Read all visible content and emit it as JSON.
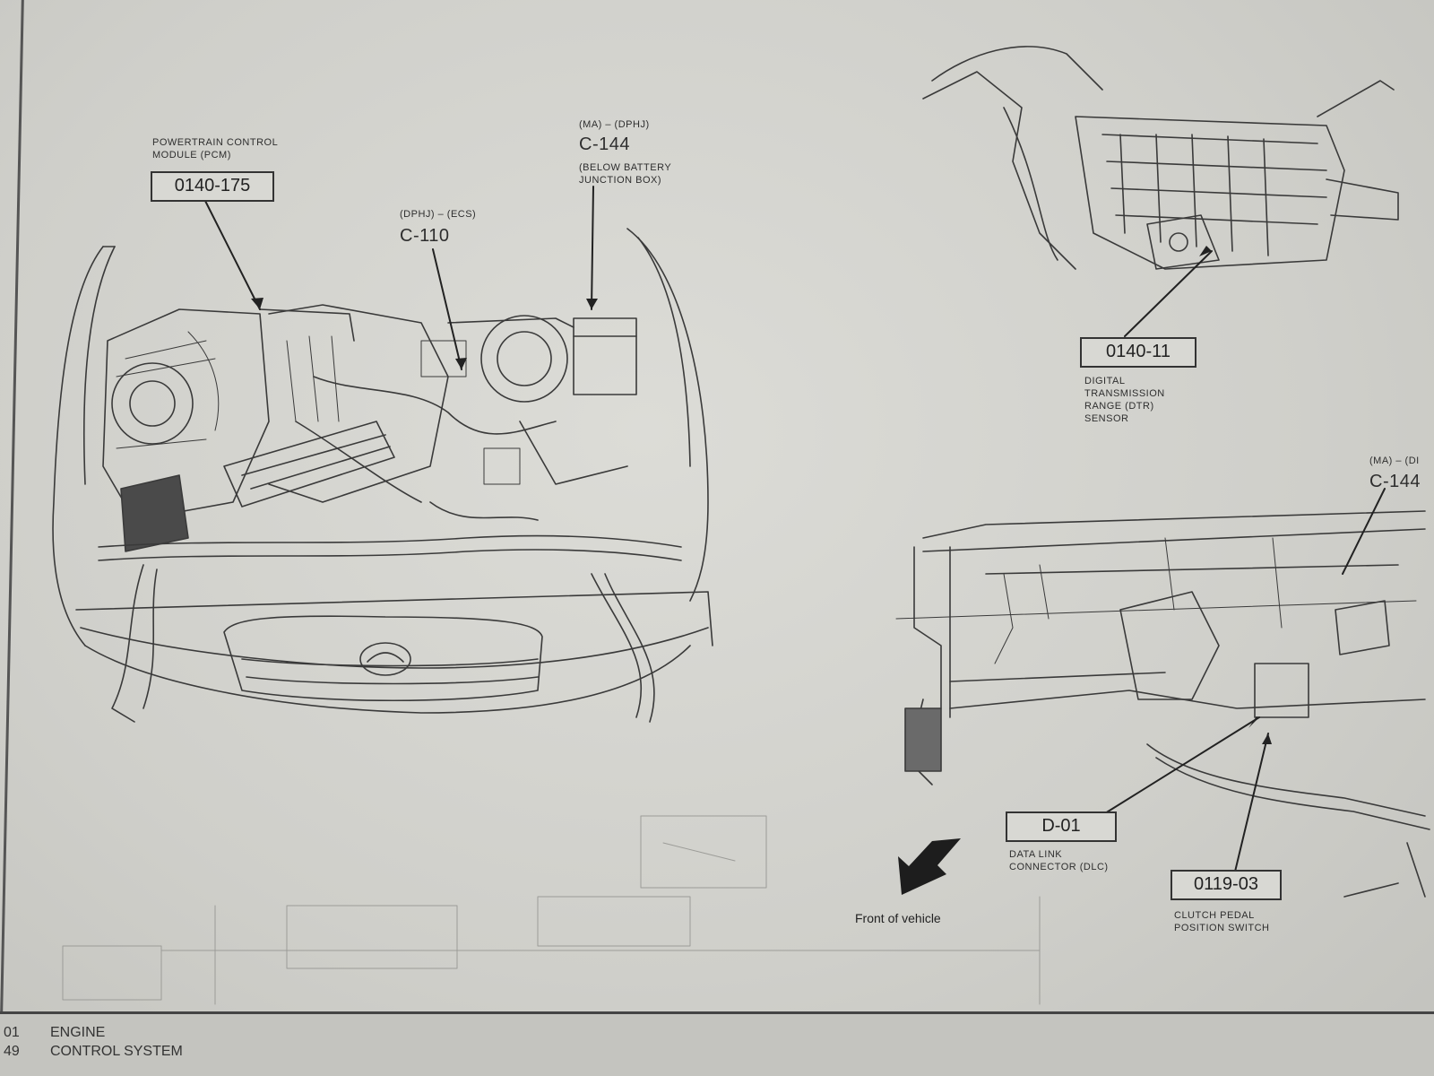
{
  "engine_bay": {
    "pcm": {
      "label_line1": "POWERTRAIN CONTROL",
      "label_line2": "MODULE (PCM)",
      "code": "0140-175"
    },
    "c110": {
      "tag": "(DPHJ) – (ECS)",
      "connector": "C-110"
    },
    "c144": {
      "tag": "(MA) – (DPHJ)",
      "connector": "C-144",
      "note_line1": "(BELOW BATTERY",
      "note_line2": "JUNCTION BOX)"
    }
  },
  "transmission": {
    "code": "0140-11",
    "label_line1": "DIGITAL",
    "label_line2": "TRANSMISSION",
    "label_line3": "RANGE (DTR)",
    "label_line4": "SENSOR"
  },
  "dashboard": {
    "c144": {
      "tag": "(MA) – (DI",
      "connector": "C-144"
    },
    "dlc": {
      "code": "D-01",
      "label_line1": "DATA LINK",
      "label_line2": "CONNECTOR (DLC)"
    },
    "clutch": {
      "code": "0119-03",
      "label_line1": "CLUTCH PEDAL",
      "label_line2": "POSITION  SWITCH"
    }
  },
  "orientation": {
    "label": "Front of vehicle"
  },
  "footer": {
    "num1": "01",
    "word1": "ENGINE",
    "num2": "49",
    "word2": "CONTROL SYSTEM"
  }
}
